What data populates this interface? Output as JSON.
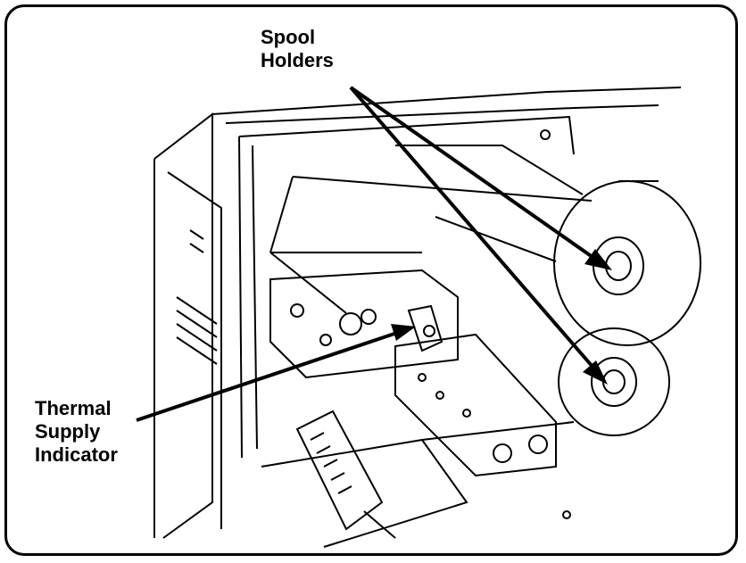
{
  "labels": {
    "spool_holders": [
      "Spool",
      "Holders"
    ],
    "thermal_supply_indicator": [
      "Thermal",
      "Supply",
      "Indicator"
    ]
  },
  "colors": {
    "line": "#000000",
    "paper": "#ffffff"
  }
}
